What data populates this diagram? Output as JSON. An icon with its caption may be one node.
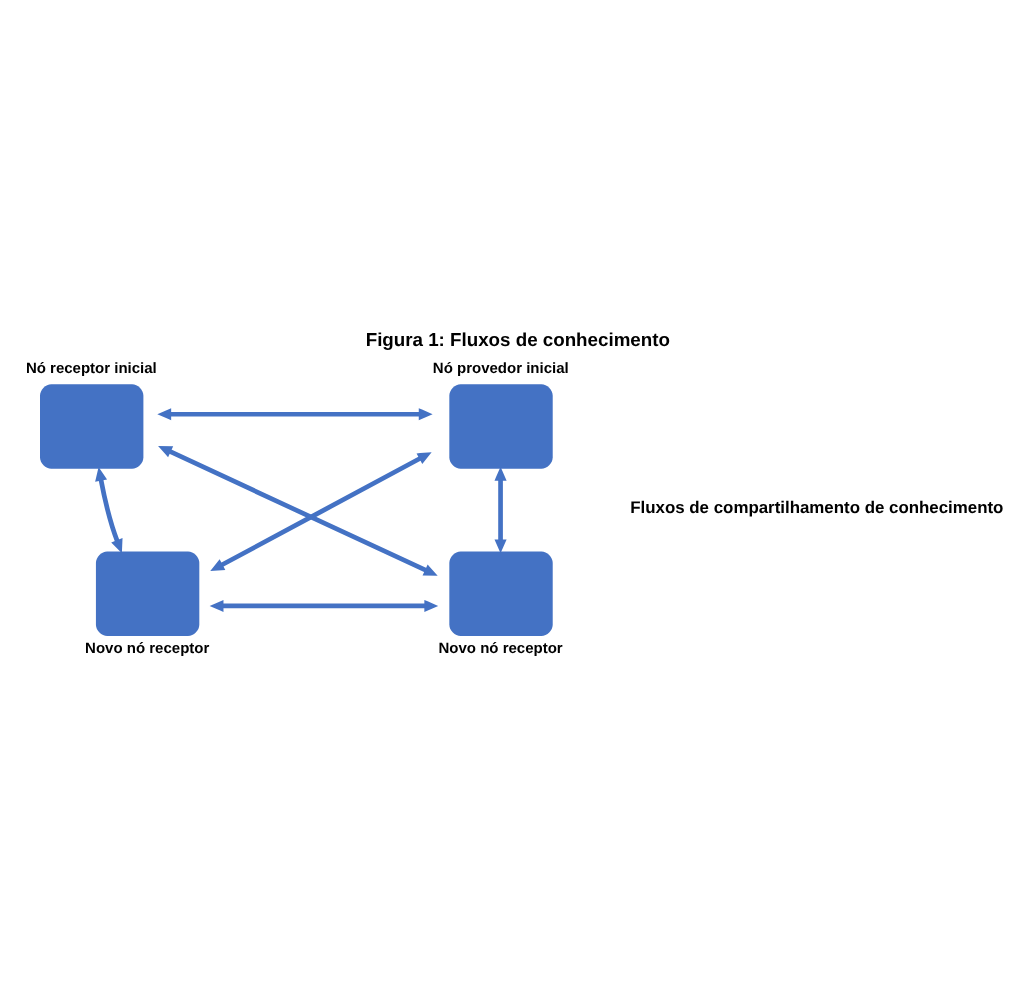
{
  "diagram": {
    "title": "Figura 1: Fluxos de conhecimento",
    "nodes": [
      {
        "text": [
          "Nó provedor inicial"
        ]
      },
      {
        "text": [
          "Nó receptor inicial"
        ]
      },
      {
        "text": [
          "Novo nó receptor"
        ]
      },
      {
        "text": [
          "Novo nó receptor"
        ]
      }
    ],
    "edges": [
      {
        "from": 0,
        "to": 1,
        "arrow": "both"
      },
      {
        "from": 0,
        "to": 2,
        "arrow": "both"
      },
      {
        "from": 1,
        "to": 3,
        "arrow": "both"
      },
      {
        "from": 2,
        "to": 3,
        "arrow": "both"
      },
      {
        "from": 0,
        "to": 3,
        "arrow": "both"
      },
      {
        "from": 1,
        "to": 2,
        "arrow": "both"
      }
    ],
    "labels": [
      "Fluxos de compartilhamento de conhecimento"
    ]
  }
}
